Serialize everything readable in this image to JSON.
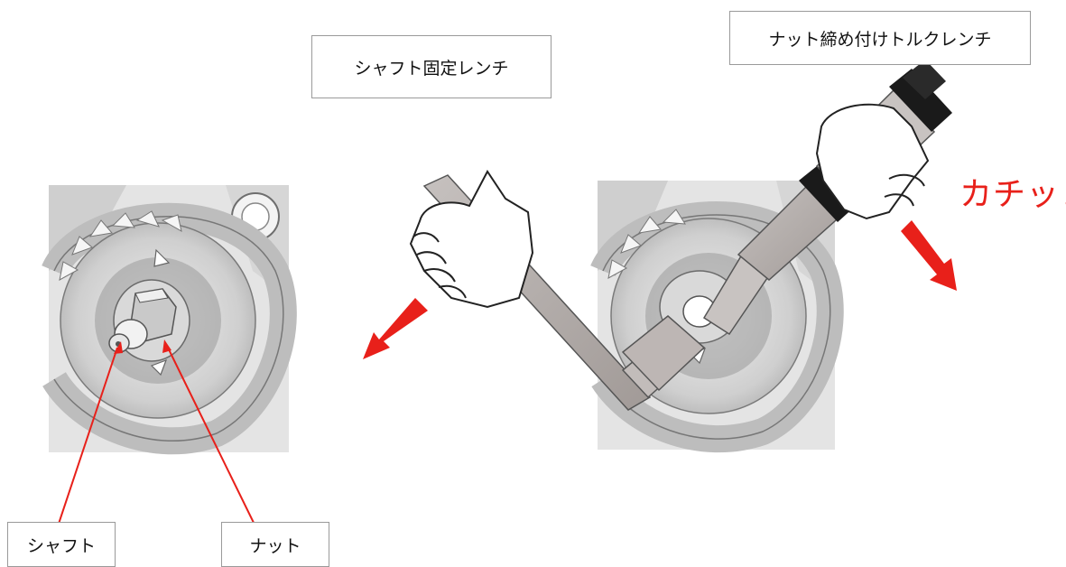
{
  "labels": {
    "shaft_wrench": "シャフト固定レンチ",
    "torque_wrench": "ナット締め付けトルクレンチ",
    "shaft": "シャフト",
    "nut": "ナット",
    "click_sound": "カチッ！"
  },
  "colors": {
    "arrow": "#e8201a",
    "leader_line": "#e8201a",
    "wrench_handle": "#b3adab",
    "wrench_grip": "#1a1a1a",
    "hand_fill": "#ffffff",
    "gear_bg": "#d8d8d8",
    "gear_dark": "#8d8d8d"
  },
  "icons": {
    "rotation_arrow_left": "red-arrow-down-left",
    "rotation_arrow_right": "red-arrow-down-right"
  }
}
